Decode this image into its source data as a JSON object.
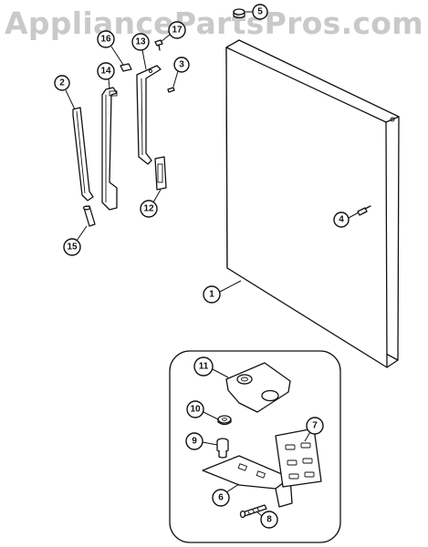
{
  "watermark": "AppliancePartsPros.com",
  "callouts": [
    {
      "id": "5",
      "label": "5"
    },
    {
      "id": "16",
      "label": "16"
    },
    {
      "id": "13",
      "label": "13"
    },
    {
      "id": "17",
      "label": "17"
    },
    {
      "id": "14",
      "label": "14"
    },
    {
      "id": "3",
      "label": "3"
    },
    {
      "id": "2",
      "label": "2"
    },
    {
      "id": "12",
      "label": "12"
    },
    {
      "id": "15",
      "label": "15"
    },
    {
      "id": "4",
      "label": "4"
    },
    {
      "id": "1",
      "label": "1"
    },
    {
      "id": "11",
      "label": "11"
    },
    {
      "id": "10",
      "label": "10"
    },
    {
      "id": "9",
      "label": "9"
    },
    {
      "id": "7",
      "label": "7"
    },
    {
      "id": "6",
      "label": "6"
    },
    {
      "id": "8",
      "label": "8"
    }
  ]
}
